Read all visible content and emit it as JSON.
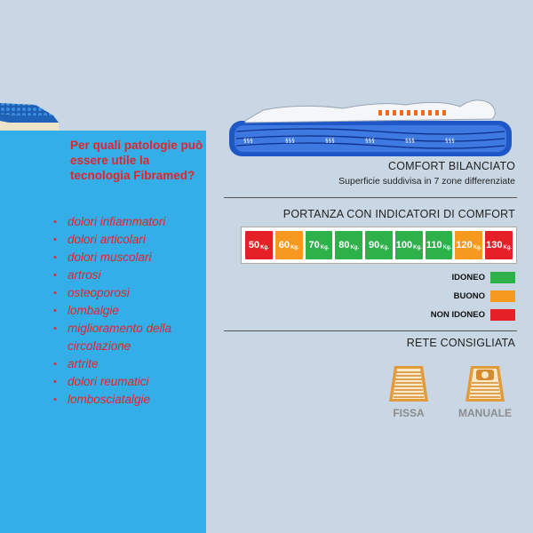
{
  "colors": {
    "panel_blue": "#33aee9",
    "text_red": "#e3242b",
    "non_idoneo": "#e52127",
    "buono": "#f59a1e",
    "idoneo": "#2fb14a",
    "background": "#c9d6e3"
  },
  "left": {
    "question": "Per quali patologie può essere utile la tecnologia Fibramed?",
    "pathologies": [
      "dolori infiammatori",
      "dolori articolari",
      "dolori muscolari",
      "artrosi",
      "osteoporosi",
      "lombalgie",
      "miglioramento della circolazione",
      "artrite",
      "dolori reumatici",
      "lombosciatalgie"
    ]
  },
  "comfort": {
    "title": "COMFORT BILANCIATO",
    "subtitle": "Superficie suddivisa in 7 zone differenziate"
  },
  "portanza": {
    "title": "PORTANZA CON INDICATORI DI COMFORT",
    "unit": "Kg.",
    "levels": [
      {
        "value": "50",
        "rating": "non_idoneo"
      },
      {
        "value": "60",
        "rating": "buono"
      },
      {
        "value": "70",
        "rating": "idoneo"
      },
      {
        "value": "80",
        "rating": "idoneo"
      },
      {
        "value": "90",
        "rating": "idoneo"
      },
      {
        "value": "100",
        "rating": "idoneo"
      },
      {
        "value": "110",
        "rating": "idoneo"
      },
      {
        "value": "120",
        "rating": "buono"
      },
      {
        "value": "130",
        "rating": "non_idoneo"
      }
    ],
    "legend": {
      "idoneo": "IDONEO",
      "buono": "BUONO",
      "non_idoneo": "NON IDONEO"
    }
  },
  "rete": {
    "title": "RETE CONSIGLIATA",
    "options": [
      {
        "label": "FISSA",
        "icon": "fixed-bed-base-icon"
      },
      {
        "label": "MANUALE",
        "icon": "manual-bed-base-icon"
      }
    ]
  }
}
